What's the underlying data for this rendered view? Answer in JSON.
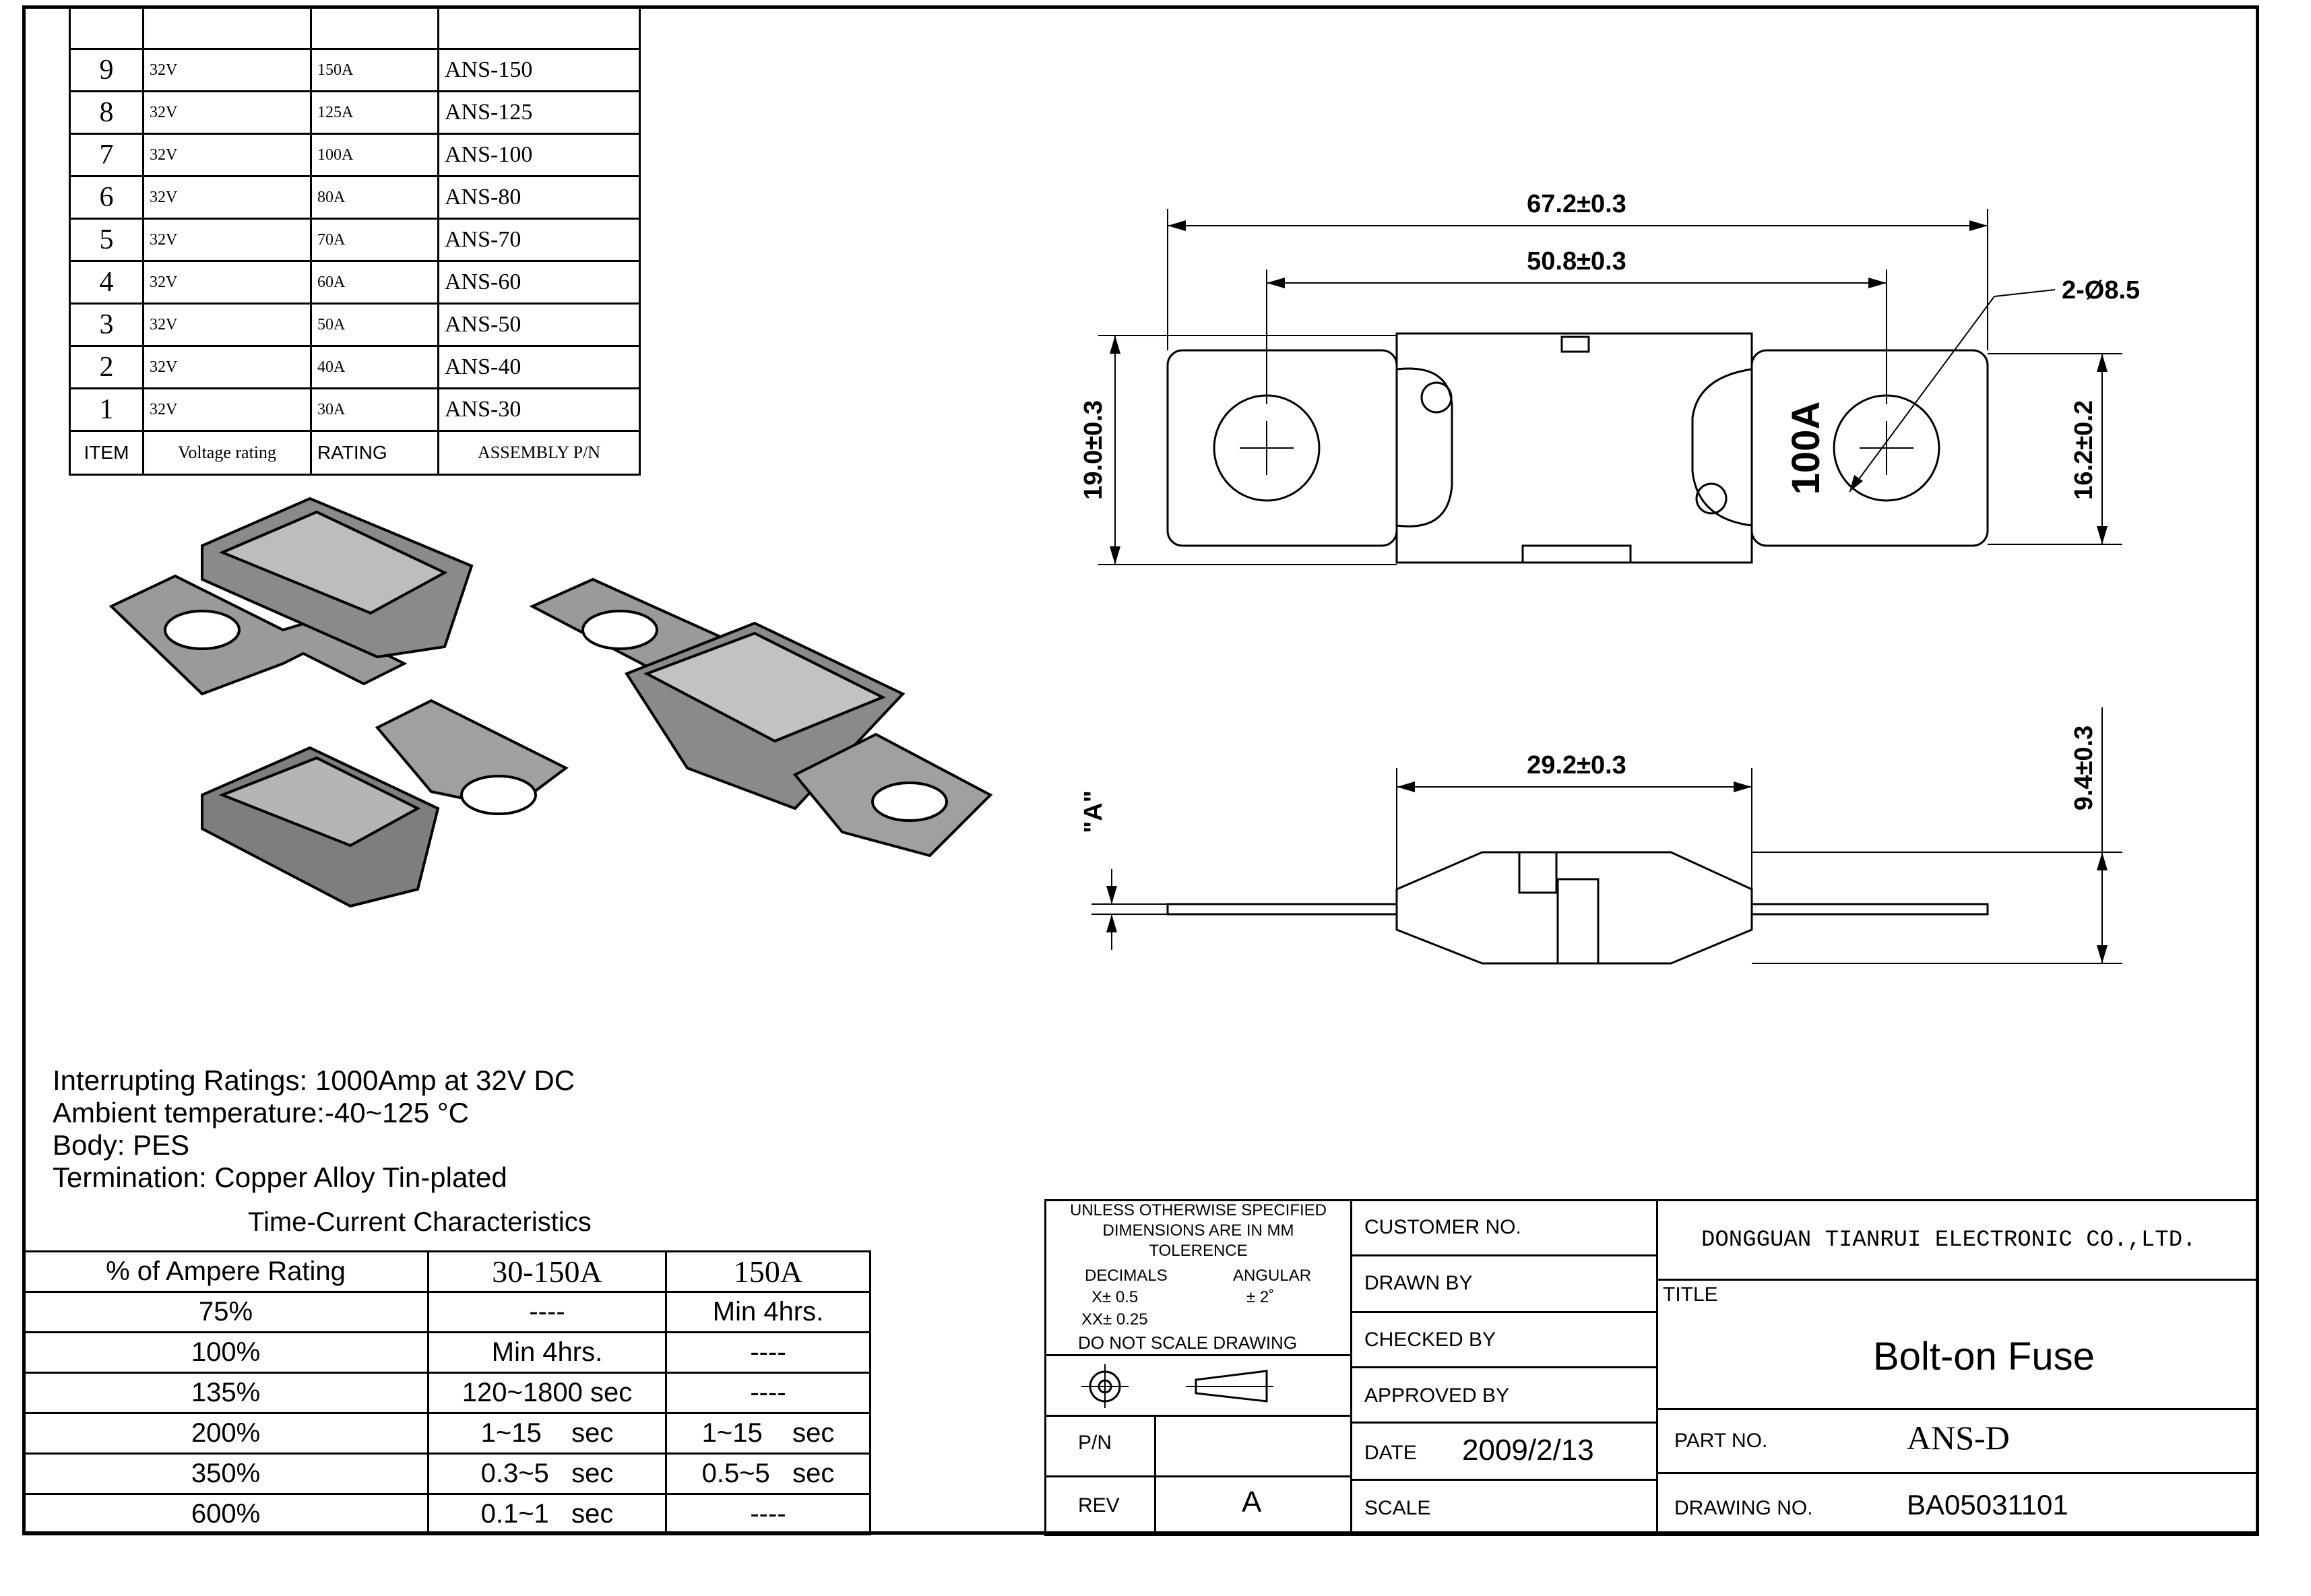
{
  "parts_table": {
    "rows": [
      {
        "item": "9",
        "voltage": "32V",
        "rating": "150A",
        "pn": "ANS-150"
      },
      {
        "item": "8",
        "voltage": "32V",
        "rating": "125A",
        "pn": "ANS-125"
      },
      {
        "item": "7",
        "voltage": "32V",
        "rating": "100A",
        "pn": "ANS-100"
      },
      {
        "item": "6",
        "voltage": "32V",
        "rating": "80A",
        "pn": "ANS-80"
      },
      {
        "item": "5",
        "voltage": "32V",
        "rating": "70A",
        "pn": "ANS-70"
      },
      {
        "item": "4",
        "voltage": "32V",
        "rating": "60A",
        "pn": "ANS-60"
      },
      {
        "item": "3",
        "voltage": "32V",
        "rating": "50A",
        "pn": "ANS-50"
      },
      {
        "item": "2",
        "voltage": "32V",
        "rating": "40A",
        "pn": "ANS-40"
      },
      {
        "item": "1",
        "voltage": "32V",
        "rating": "30A",
        "pn": "ANS-30"
      }
    ],
    "headers": {
      "item": "ITEM",
      "voltage": "Voltage rating",
      "rating": "RATING",
      "pn": "ASSEMBLY P/N"
    }
  },
  "dimensions": {
    "overall_length": "67.2±0.3",
    "hole_spacing": "50.8±0.3",
    "hole_dia": "2-Ø8.5",
    "body_height": "19.0±0.3",
    "tab_width": "16.2±0.2",
    "body_length": "29.2±0.3",
    "thickness": "9.4±0.3",
    "view_label": "\"A\"",
    "fuse_marking": "100A"
  },
  "specs": [
    "Interrupting Ratings: 1000Amp at 32V DC",
    "Ambient temperature:-40~125 °C",
    "Body: PES",
    "Termination: Copper Alloy Tin-plated"
  ],
  "tc_title": "Time-Current Characteristics",
  "tc_table": {
    "headers": [
      "% of  Ampere Rating",
      "30-150A",
      "150A"
    ],
    "rows": [
      [
        "75%",
        "----",
        "Min 4hrs."
      ],
      [
        "100%",
        "Min 4hrs.",
        "----"
      ],
      [
        "135%",
        "120~1800 sec",
        "----"
      ],
      [
        "200%",
        "1~15    sec",
        "1~15    sec"
      ],
      [
        "350%",
        "0.3~5   sec",
        "0.5~5   sec"
      ],
      [
        "600%",
        "0.1~1   sec",
        "----"
      ]
    ]
  },
  "title_block": {
    "tolerance_lines": [
      "UNLESS OTHERWISE SPECIFIED",
      "DIMENSIONS ARE IN MM",
      "TOLERENCE"
    ],
    "decimals": "DECIMALS",
    "angular": "ANGULAR",
    "x_tol": "X± 0.5",
    "ang_tol": "±  2˚",
    "xx_tol": "XX± 0.25",
    "no_scale": "DO NOT SCALE DRAWING",
    "pn_label": "P/N",
    "rev_label": "REV",
    "rev_value": "A",
    "customer_no": "CUSTOMER NO.",
    "drawn_by": "DRAWN BY",
    "checked_by": "CHECKED BY",
    "approved_by": "APPROVED BY",
    "date_label": "DATE",
    "date_value": "2009/2/13",
    "scale_label": "SCALE",
    "company": "DONGGUAN TIANRUI ELECTRONIC CO.,LTD.",
    "title_label": "TITLE",
    "title_value": "Bolt-on Fuse",
    "part_no_label": "PART NO.",
    "part_no_value": "ANS-D",
    "drawing_no_label": "DRAWING NO.",
    "drawing_no_value": "BA05031101"
  }
}
